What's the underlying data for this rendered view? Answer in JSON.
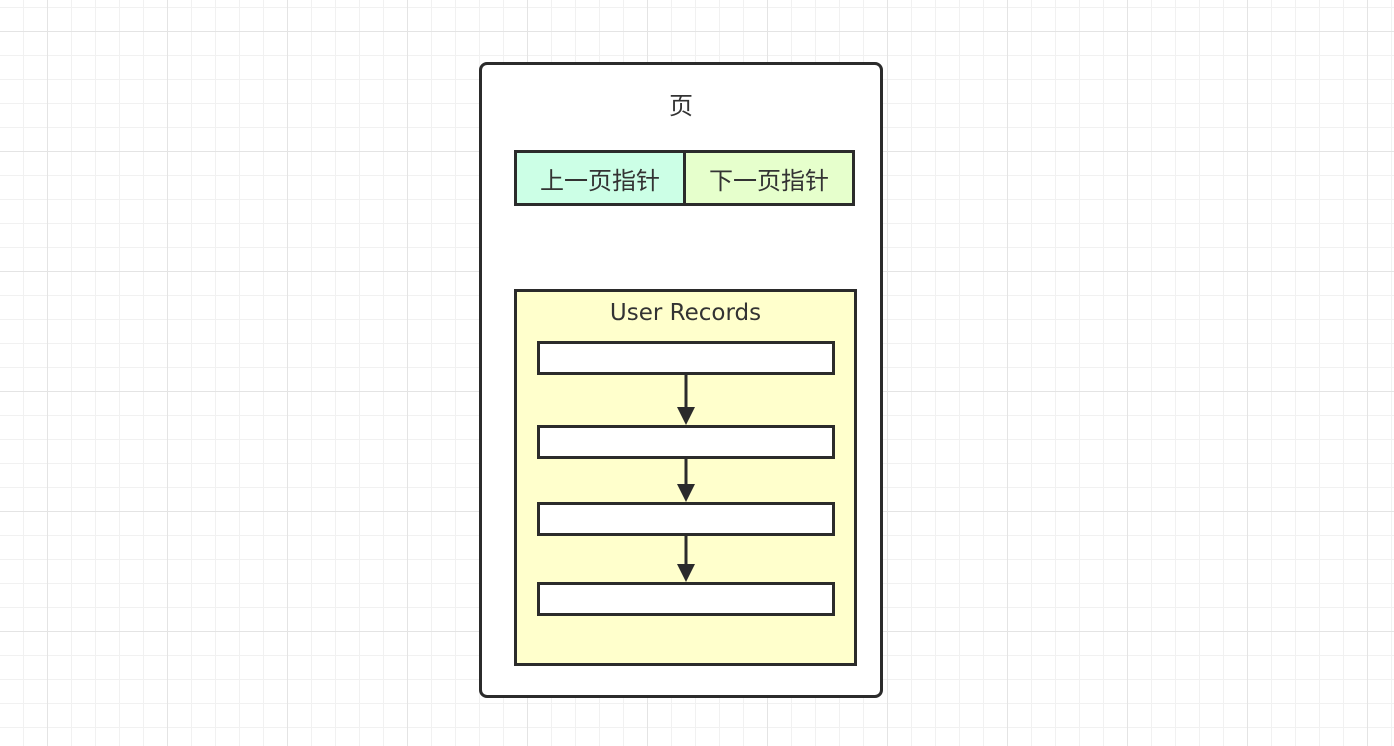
{
  "page": {
    "title": "页",
    "prev_pointer": "上一页指针",
    "next_pointer": "下一页指针"
  },
  "user_records": {
    "title": "User Records",
    "record_count": 4
  },
  "colors": {
    "stroke": "#2b2b2b",
    "prev_pointer_fill": "#ccffe6",
    "next_pointer_fill": "#e6ffcc",
    "records_fill": "#ffffcc",
    "record_fill": "#ffffff"
  }
}
